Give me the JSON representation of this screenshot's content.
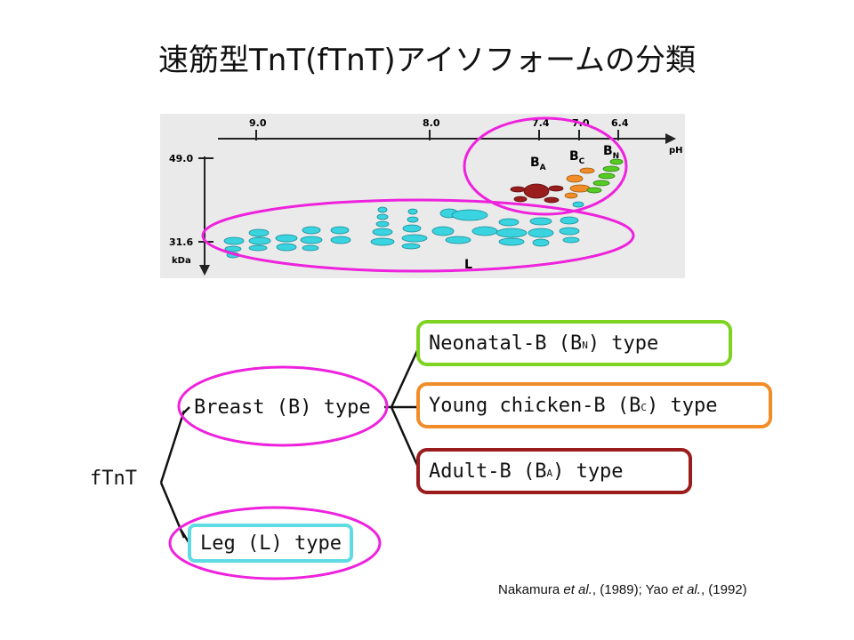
{
  "title": "速筋型TnT(fTnT)アイソフォームの分類",
  "gel": {
    "ph_ticks": [
      "9.0",
      "8.0",
      "7.4",
      "7.0",
      "6.4"
    ],
    "ph_label": "pH",
    "kda_ticks": [
      "49.0",
      "31.6"
    ],
    "kda_unit": "kDa",
    "spot_labels": {
      "ba_main": "B",
      "ba_sub": "A",
      "bc_main": "B",
      "bc_sub": "C",
      "bn_main": "B",
      "bn_sub": "N",
      "l": "L"
    }
  },
  "tree": {
    "root": "fTnT",
    "breast": "Breast (B) type",
    "leg": "Leg (L) type",
    "neonatal_pre": "Neonatal-B (B",
    "neonatal_sub": "N",
    "neonatal_post": ") type",
    "young_pre": "Young chicken-B (B",
    "young_sub": "C",
    "young_post": ") type",
    "adult_pre": "Adult-B (B",
    "adult_sub": "A",
    "adult_post": ") type"
  },
  "colors": {
    "magenta": "#ee22dd",
    "green": "#7ed321",
    "orange": "#f28c28",
    "dark_red": "#9b1c1c",
    "cyan": "#5fdbe3",
    "spot_cyan": "#39d4e0"
  },
  "citation": {
    "pre": "Nakamura ",
    "etal1": "et al.",
    "mid": ", (1989); Yao ",
    "etal2": "et al.",
    "post": ", (1992)"
  }
}
